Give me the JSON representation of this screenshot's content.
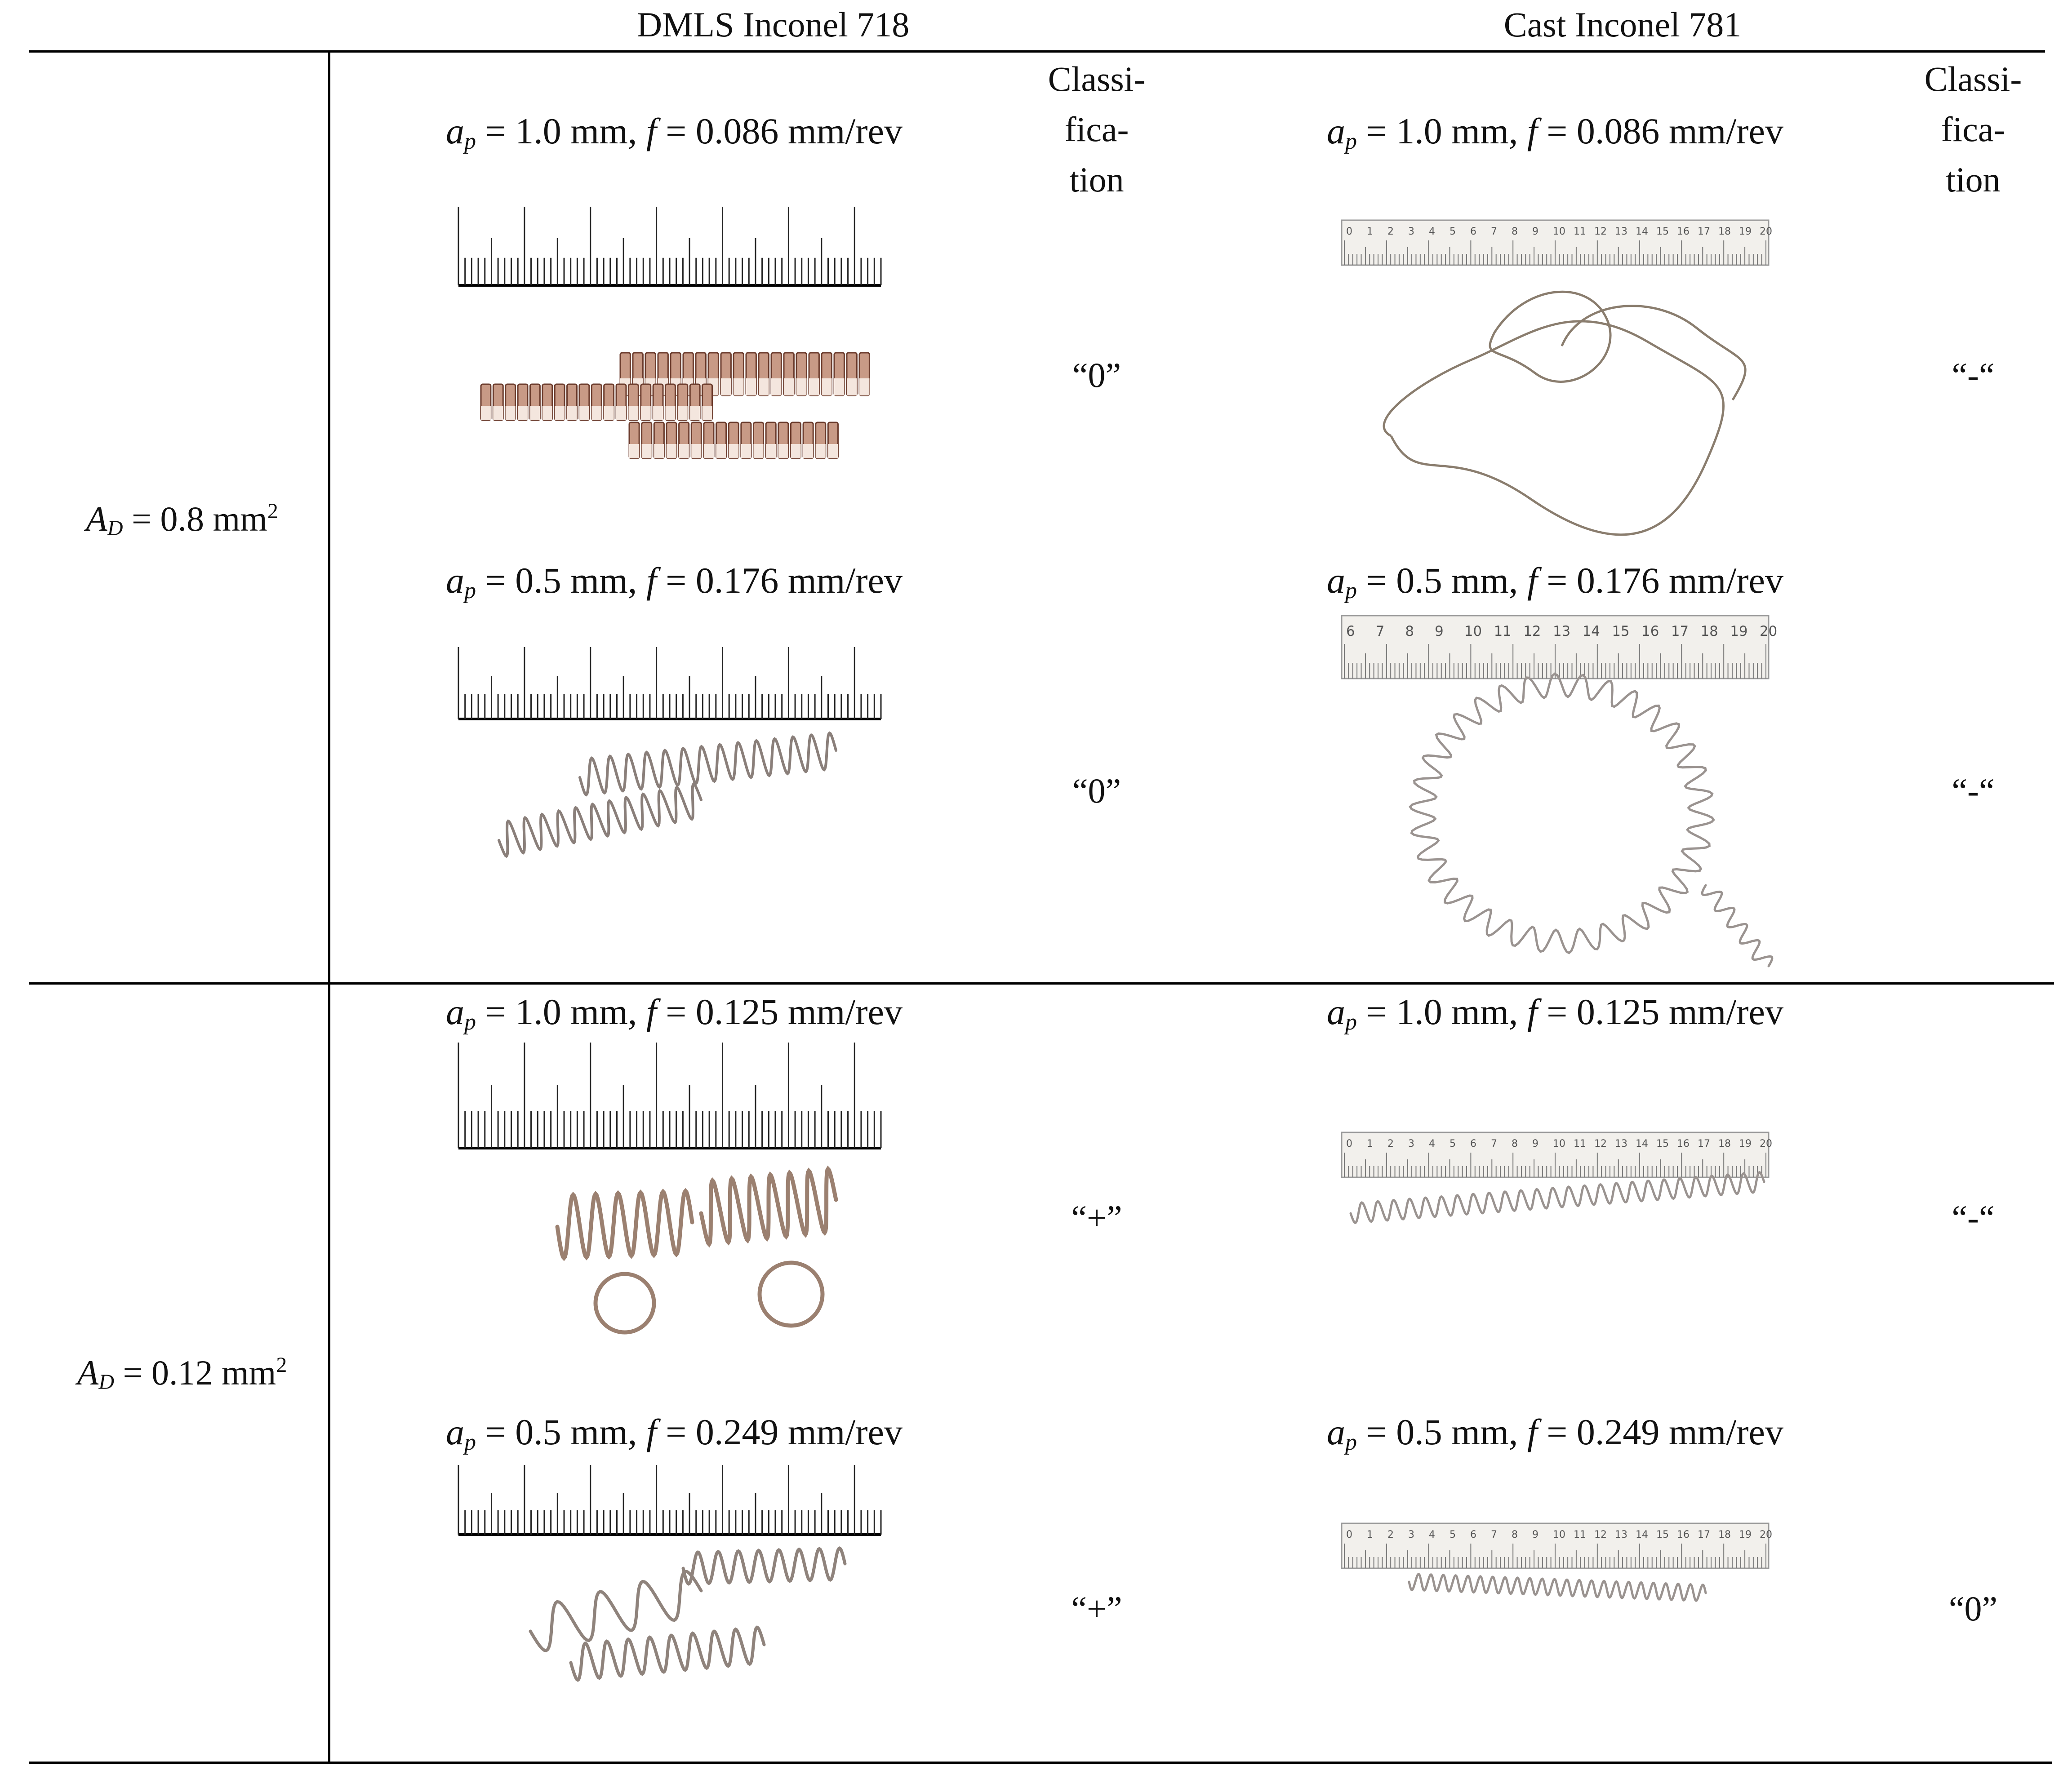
{
  "columns": {
    "dmls": "DMLS Inconel 718",
    "cast": "Cast Inconel 781",
    "classification_lines": [
      "Classi-",
      "fica-",
      "tion"
    ]
  },
  "rows": [
    {
      "ad_var": "A",
      "ad_sub": "D",
      "ad_rest": " = 0.8 mm",
      "ad_sup": "2",
      "cells": [
        {
          "dmls_ap": "= 1.0 mm, ",
          "dmls_f": "= 0.086 mm/rev",
          "dmls_class": "“0”",
          "cast_ap": "= 1.0 mm, ",
          "cast_f": "= 0.086 mm/rev",
          "cast_class": "“-“"
        },
        {
          "dmls_ap": "= 0.5 mm, ",
          "dmls_f": "= 0.176 mm/rev",
          "dmls_class": "“0”",
          "cast_ap": "= 0.5 mm, ",
          "cast_f": "= 0.176 mm/rev",
          "cast_class": "“-“"
        }
      ]
    },
    {
      "ad_var": "A",
      "ad_sub": "D",
      "ad_rest": " = 0.12 mm",
      "ad_sup": "2",
      "cells": [
        {
          "dmls_ap": "= 1.0 mm, ",
          "dmls_f": "= 0.125 mm/rev",
          "dmls_class": "“+”",
          "cast_ap": "= 1.0 mm, ",
          "cast_f": "= 0.125 mm/rev",
          "cast_class": "“-“"
        },
        {
          "dmls_ap": "= 0.5 mm, ",
          "dmls_f": "= 0.249 mm/rev",
          "dmls_class": "“+”",
          "cast_ap": "= 0.5 mm, ",
          "cast_f": "= 0.249 mm/rev",
          "cast_class": "“0”"
        }
      ]
    }
  ],
  "symbols": {
    "a": "a",
    "p": "p",
    "f": "f"
  },
  "ruler_numbers_a": [
    "0",
    "1",
    "2",
    "3",
    "4",
    "5",
    "6",
    "7",
    "8",
    "9",
    "10",
    "11",
    "12",
    "13",
    "14",
    "15",
    "16",
    "17",
    "18",
    "19",
    "20"
  ],
  "ruler_numbers_b": [
    "6",
    "7",
    "8",
    "9",
    "10",
    "11",
    "12",
    "13",
    "14",
    "15",
    "16",
    "17",
    "18",
    "19",
    "20"
  ]
}
